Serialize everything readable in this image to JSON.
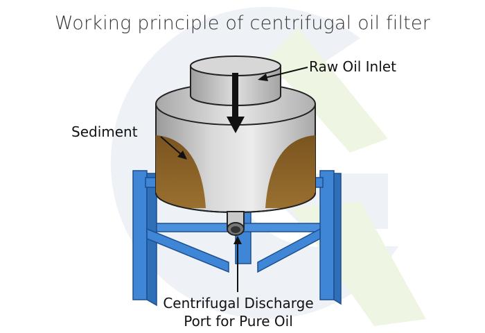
{
  "title": "Working principle of centrifugal oil filter",
  "labels": {
    "raw_oil_inlet": "Raw Oil Inlet",
    "sediment": "Sediment",
    "discharge_line1": "Centrifugal Discharge",
    "discharge_line2": "Port for Pure Oil"
  },
  "colors": {
    "frame_blue": "#3f86d6",
    "sediment_brown": "#8d6426",
    "steel_gray": "#bdbdbd",
    "watermark_blue": "#eef2f6",
    "watermark_green": "#eef6e3"
  }
}
